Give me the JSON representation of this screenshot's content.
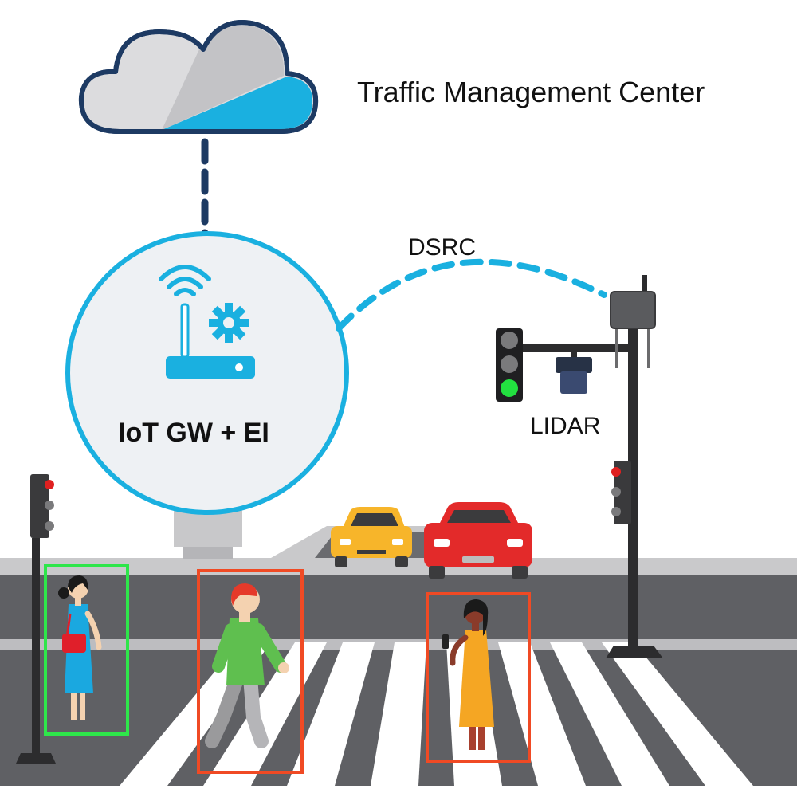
{
  "labels": {
    "title": "Traffic Management Center",
    "dsrc": "DSRC",
    "lidar": "LIDAR",
    "gateway": "IoT GW + EI"
  },
  "colors": {
    "accent_blue": "#1ab0e0",
    "cloud_outline": "#1d3a63",
    "road": "#5f6064",
    "crosswalk": "#ffffff",
    "detect_safe": "#2ee64a",
    "detect_alert": "#f04a24",
    "signal_green": "#22e040",
    "signal_red": "#e02020",
    "car_yellow": "#f7b52a",
    "car_red": "#e32a2a"
  },
  "icons": [
    "cloud-icon",
    "wifi-router-icon",
    "gear-icon",
    "traffic-light-icon",
    "lidar-sensor-icon",
    "gateway-device-icon",
    "car-icon",
    "pedestrian-icon"
  ],
  "detections": [
    {
      "status": "safe"
    },
    {
      "status": "alert"
    },
    {
      "status": "alert"
    }
  ]
}
